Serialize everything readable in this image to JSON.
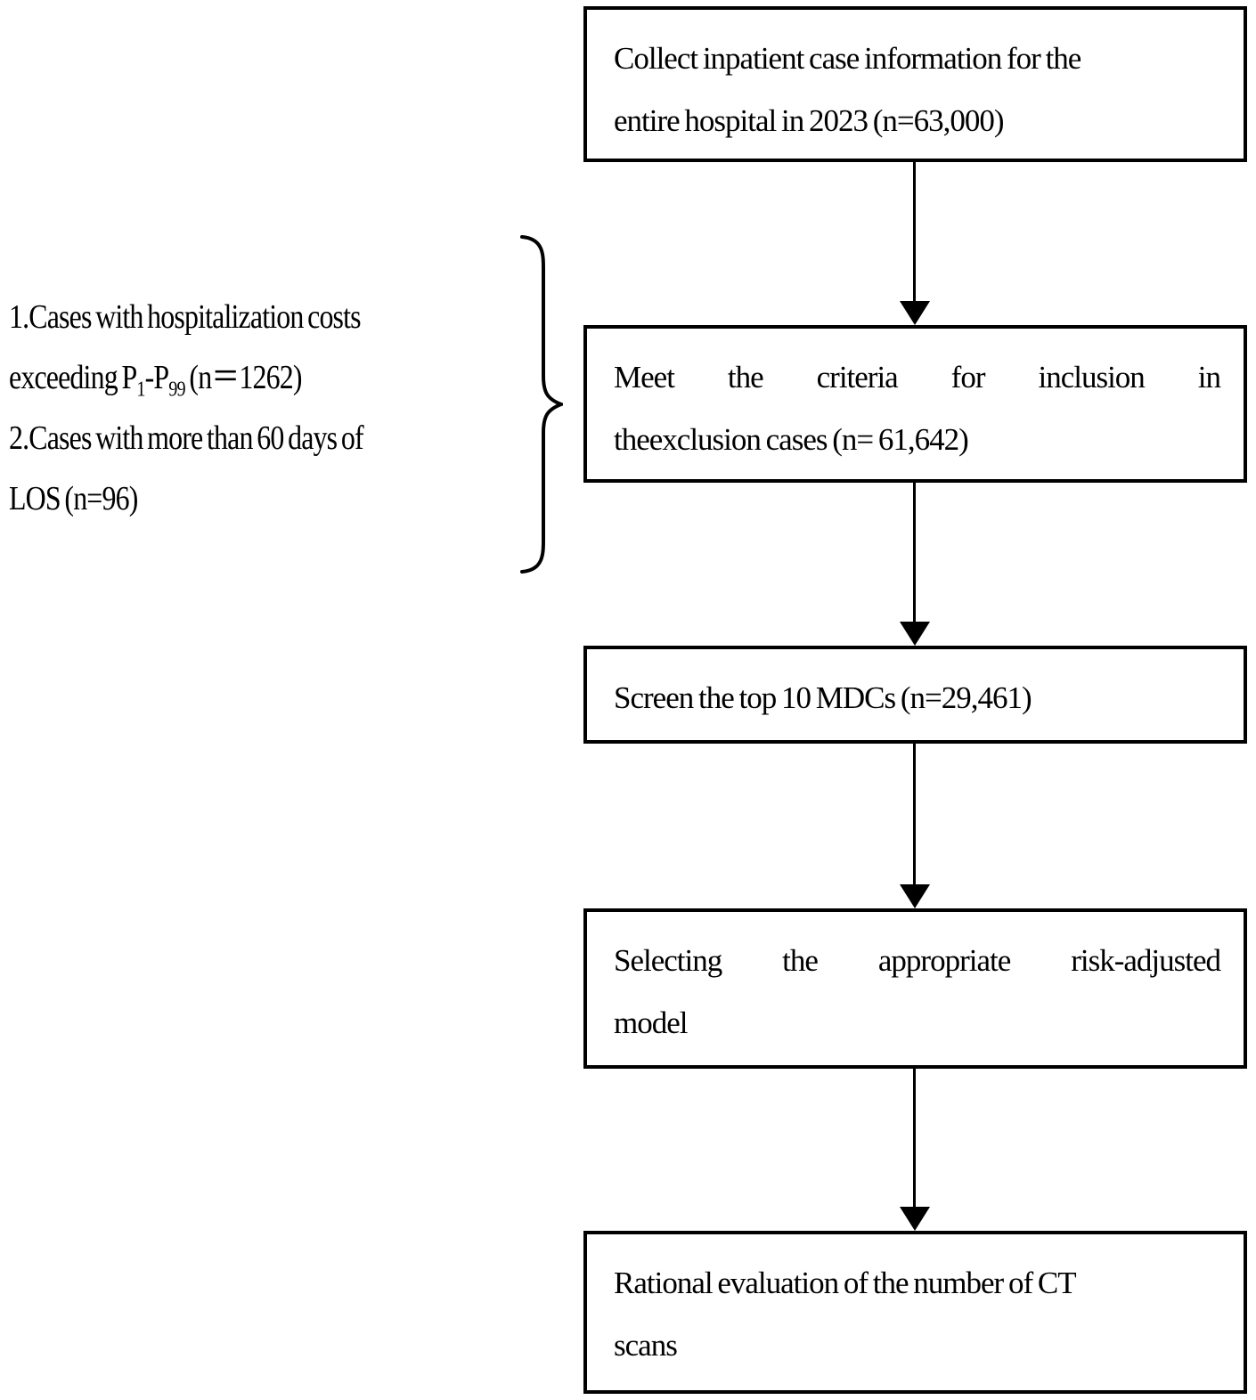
{
  "diagram": {
    "background_color": "#ffffff",
    "line_color": "#000000",
    "text_color": "#000000",
    "boxes": [
      {
        "name": "collect-cases",
        "lines": [
          "Collect inpatient case information for the",
          "entire hospital in 2023 (n=63,000)"
        ]
      },
      {
        "name": "inclusion-criteria",
        "lines": [
          "Meet the criteria for inclusion in",
          "theexclusion cases (n= 61,642)"
        ]
      },
      {
        "name": "screen-mdcs",
        "lines": [
          "Screen the top 10 MDCs (n=29,461)"
        ]
      },
      {
        "name": "select-model",
        "lines": [
          "Selecting the appropriate risk-adjusted",
          "model"
        ]
      },
      {
        "name": "evaluate-ct-scans",
        "lines": [
          "Rational evaluation of the number of CT",
          "scans"
        ]
      }
    ],
    "exclusion_note": {
      "line1": "1.Cases with hospitalization costs",
      "line2": {
        "t1": "exceeding P",
        "sub1": "1",
        "t2": "-P",
        "sub2": "99",
        "t3": " (n＝1262)"
      },
      "line3": "2.Cases with more than 60 days of",
      "line4": "LOS (n=96)"
    }
  }
}
